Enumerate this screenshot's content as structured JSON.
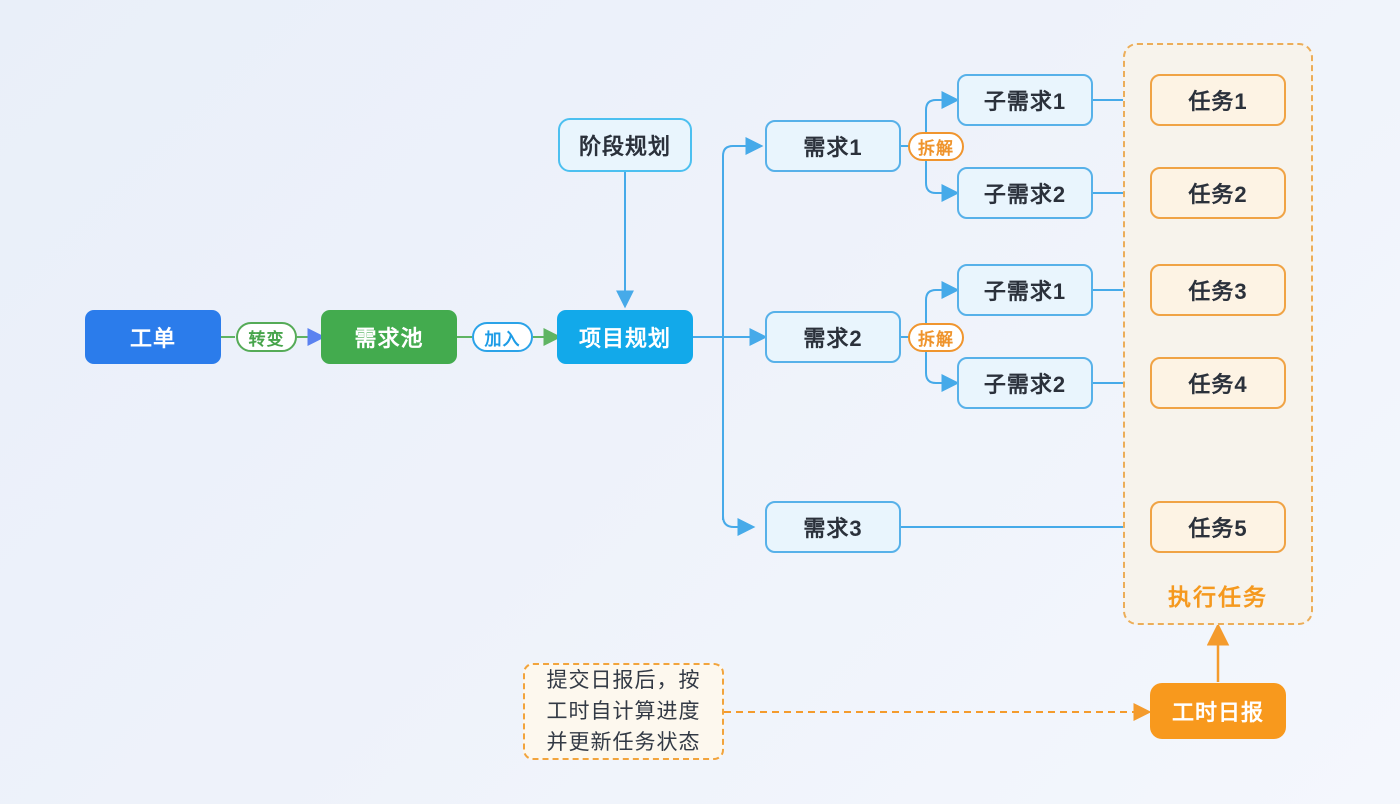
{
  "diagram": {
    "left_flow": {
      "work_order": "工单",
      "transform_label": "转变",
      "demand_pool": "需求池",
      "join_label": "加入",
      "project_planning": "项目规划",
      "stage_planning": "阶段规划"
    },
    "demands": {
      "demand1": "需求1",
      "demand2": "需求2",
      "demand3": "需求3",
      "decompose_label": "拆解"
    },
    "sub_demands": {
      "group1": {
        "sub1": "子需求1",
        "sub2": "子需求2"
      },
      "group2": {
        "sub1": "子需求1",
        "sub2": "子需求2"
      }
    },
    "execution_zone": {
      "title": "执行任务",
      "task1": "任务1",
      "task2": "任务2",
      "task3": "任务3",
      "task4": "任务4",
      "task5": "任务5"
    },
    "daily_report": "工时日报",
    "note": {
      "line1": "提交日报后，按",
      "line2": "工时自计算进度",
      "line3": "并更新任务状态"
    }
  },
  "colors": {
    "work_order_blue": "#2b7ceb",
    "demand_pool_green": "#43ab4e",
    "project_planning_cyan": "#12a9ea",
    "daily_report_orange": "#f8991d",
    "light_blue_fill": "#e9f5fd",
    "blue_border": "#57b1e9",
    "light_orange_fill": "#fdf3e4",
    "orange_border": "#f0a345",
    "zone_fill": "#f7f3ec",
    "zone_dash": "#ecad58",
    "connector_blue": "#46aae9",
    "connector_green": "#5fb463",
    "arrow_violet": "#5b82f0",
    "connector_orange": "#f49b2d",
    "exec_title_orange": "#f5991f",
    "canvas_bg": "#eef2fa"
  }
}
